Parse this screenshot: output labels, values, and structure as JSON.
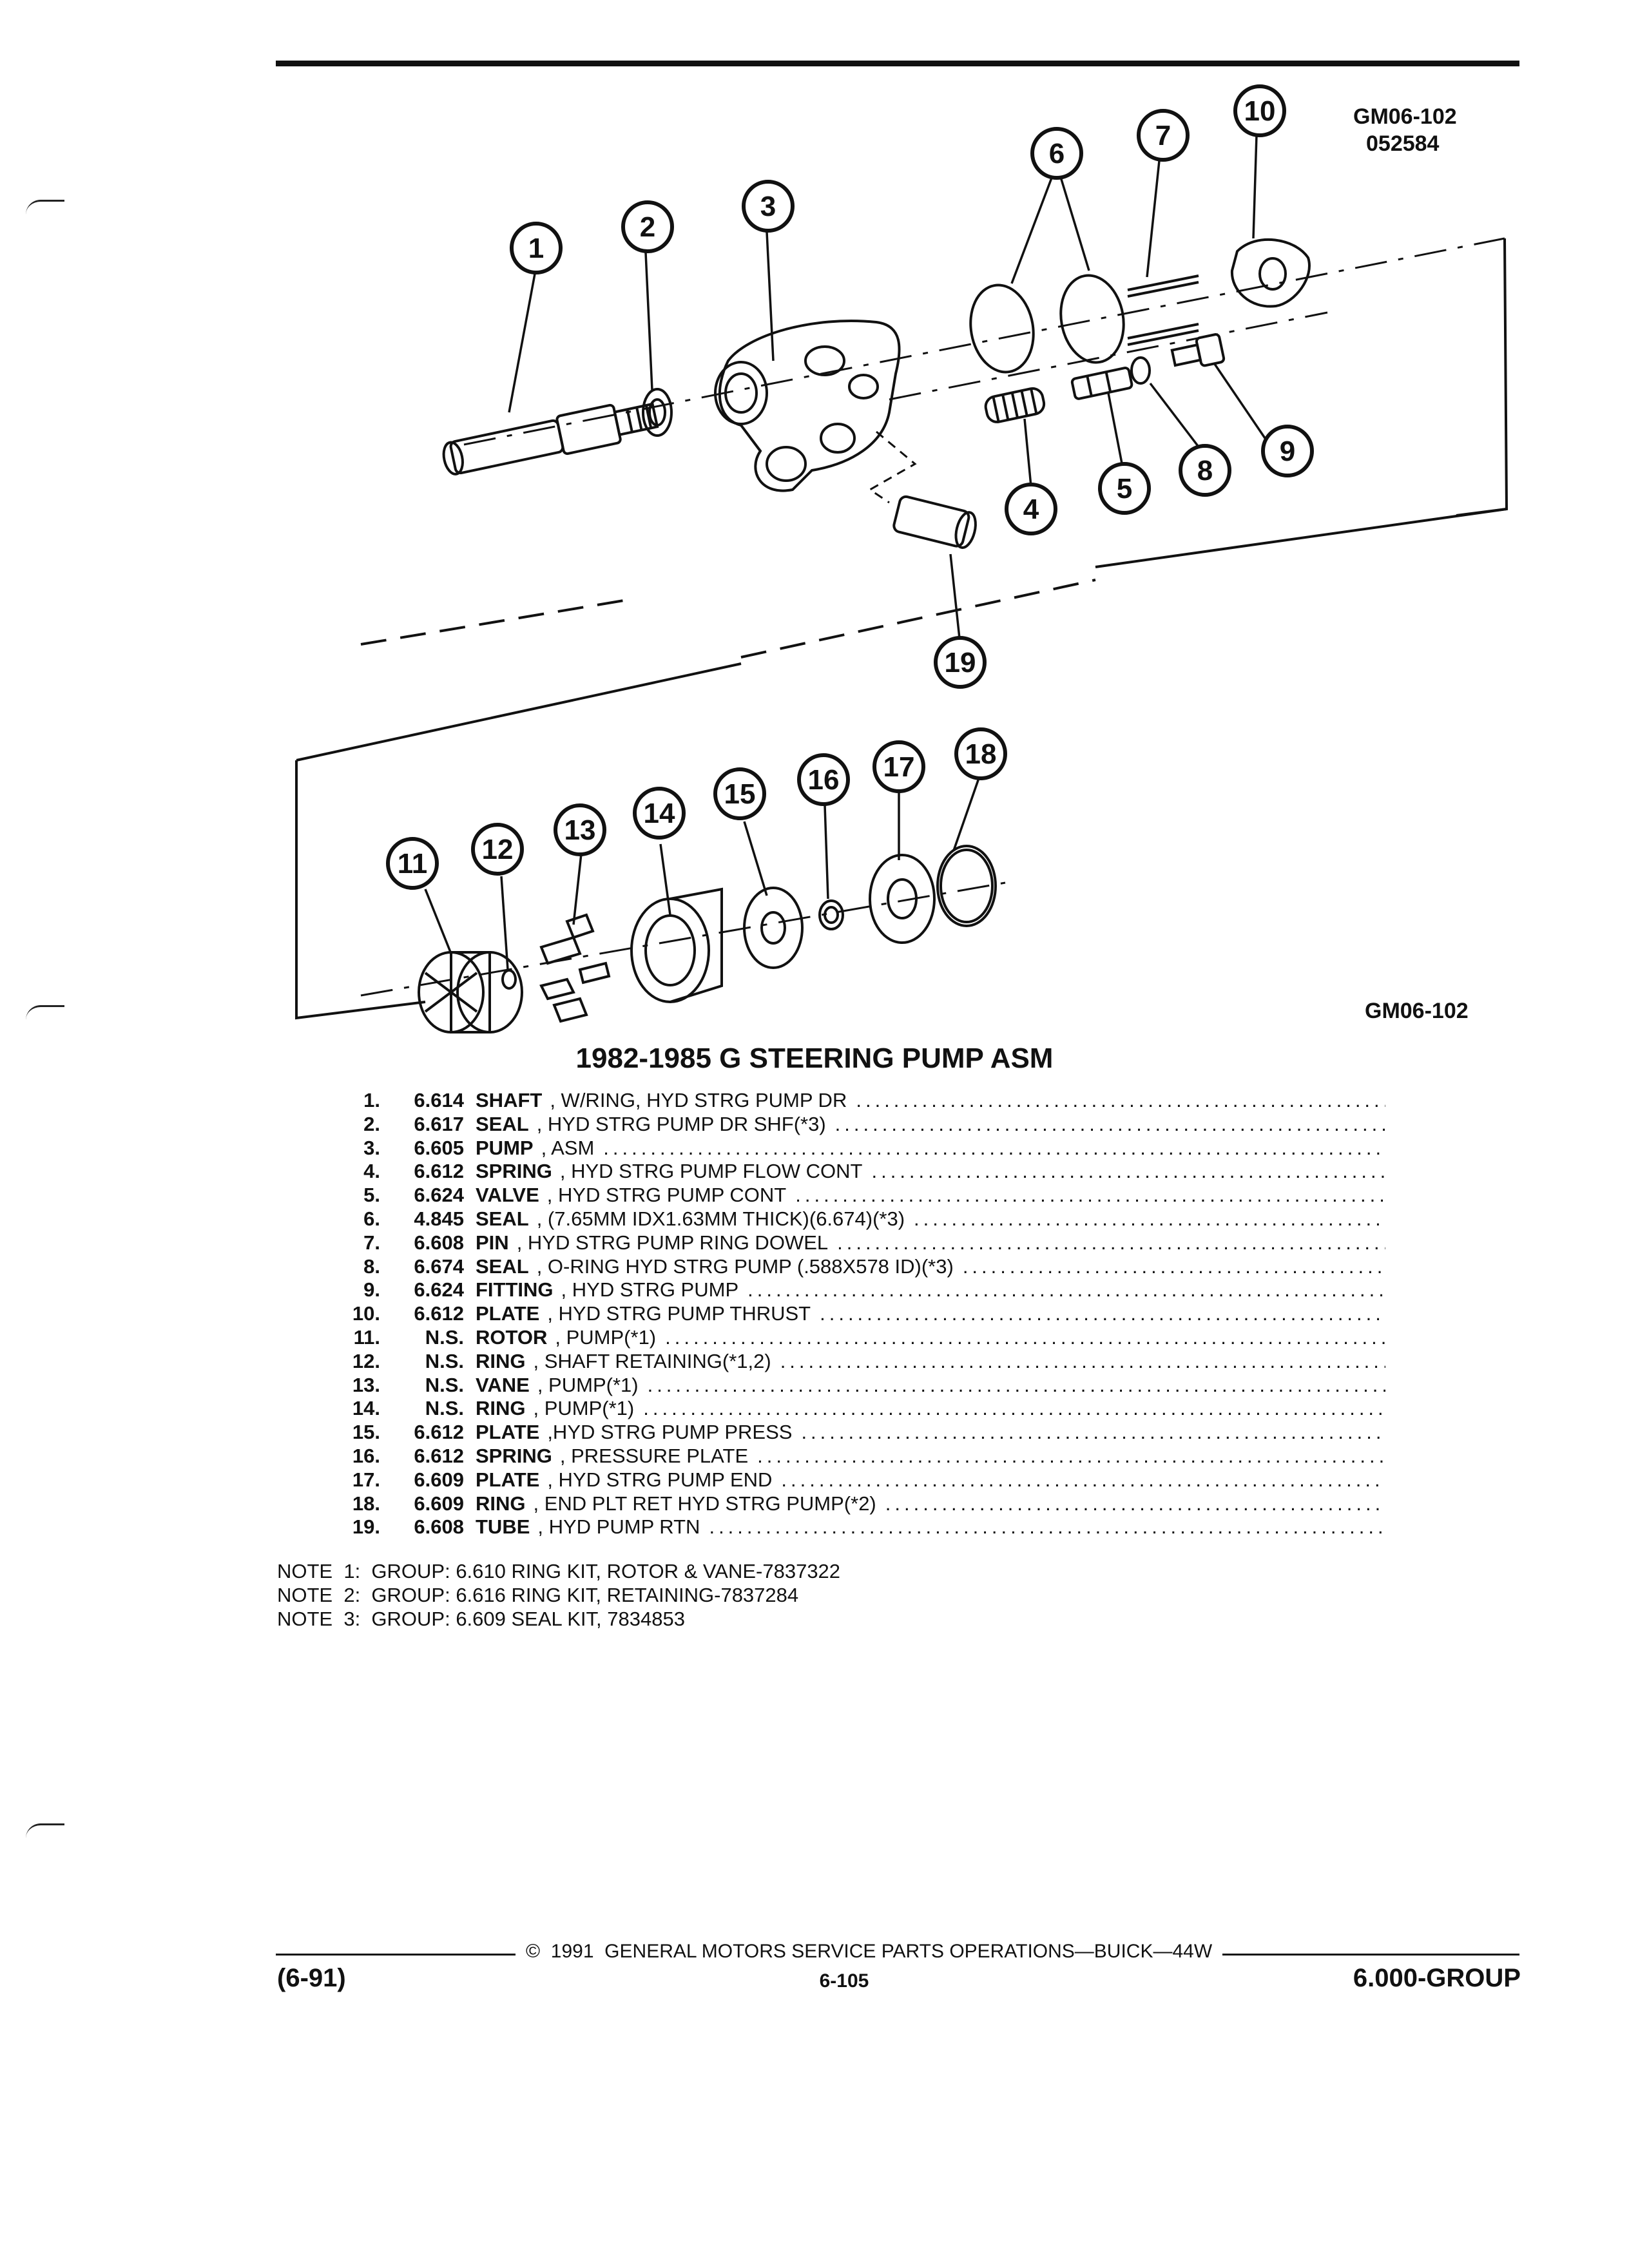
{
  "figure": {
    "ref_top": [
      "GM06-102",
      "052584"
    ],
    "ref_bottom": "GM06-102",
    "callouts": [
      "1",
      "2",
      "3",
      "4",
      "5",
      "6",
      "7",
      "8",
      "9",
      "10",
      "11",
      "12",
      "13",
      "14",
      "15",
      "16",
      "17",
      "18",
      "19"
    ]
  },
  "title": "1982-1985 G STEERING PUMP ASM",
  "parts": [
    {
      "no": "1.",
      "group": "6.614",
      "name": "SHAFT",
      "desc": ", W/RING, HYD STRG PUMP DR"
    },
    {
      "no": "2.",
      "group": "6.617",
      "name": "SEAL",
      "desc": ", HYD STRG PUMP DR SHF(*3)"
    },
    {
      "no": "3.",
      "group": "6.605",
      "name": "PUMP",
      "desc": ", ASM"
    },
    {
      "no": "4.",
      "group": "6.612",
      "name": "SPRING",
      "desc": ", HYD STRG PUMP FLOW CONT"
    },
    {
      "no": "5.",
      "group": "6.624",
      "name": "VALVE",
      "desc": ", HYD STRG PUMP CONT"
    },
    {
      "no": "6.",
      "group": "4.845",
      "name": "SEAL",
      "desc": ", (7.65MM IDX1.63MM THICK)(6.674)(*3)"
    },
    {
      "no": "7.",
      "group": "6.608",
      "name": "PIN",
      "desc": ", HYD STRG PUMP RING DOWEL"
    },
    {
      "no": "8.",
      "group": "6.674",
      "name": "SEAL",
      "desc": ", O-RING HYD STRG PUMP (.588X578 ID)(*3)"
    },
    {
      "no": "9.",
      "group": "6.624",
      "name": "FITTING",
      "desc": ", HYD STRG PUMP"
    },
    {
      "no": "10.",
      "group": "6.612",
      "name": "PLATE",
      "desc": ", HYD STRG PUMP THRUST"
    },
    {
      "no": "11.",
      "group": "N.S.",
      "name": "ROTOR",
      "desc": ", PUMP(*1)"
    },
    {
      "no": "12.",
      "group": "N.S.",
      "name": "RING",
      "desc": ", SHAFT RETAINING(*1,2)"
    },
    {
      "no": "13.",
      "group": "N.S.",
      "name": "VANE",
      "desc": ", PUMP(*1)"
    },
    {
      "no": "14.",
      "group": "N.S.",
      "name": "RING",
      "desc": ", PUMP(*1)"
    },
    {
      "no": "15.",
      "group": "6.612",
      "name": "PLATE",
      "desc": ",HYD STRG PUMP PRESS"
    },
    {
      "no": "16.",
      "group": "6.612",
      "name": "SPRING",
      "desc": ", PRESSURE PLATE"
    },
    {
      "no": "17.",
      "group": "6.609",
      "name": "PLATE",
      "desc": ", HYD STRG PUMP END"
    },
    {
      "no": "18.",
      "group": "6.609",
      "name": "RING",
      "desc": ", END PLT RET HYD STRG PUMP(*2)"
    },
    {
      "no": "19.",
      "group": "6.608",
      "name": "TUBE",
      "desc": ", HYD PUMP RTN"
    }
  ],
  "notes": [
    "NOTE  1:  GROUP: 6.610 RING KIT, ROTOR & VANE-7837322",
    "NOTE  2:  GROUP: 6.616 RING KIT, RETAINING-7837284",
    "NOTE  3:  GROUP: 6.609 SEAL KIT, 7834853"
  ],
  "footer": {
    "copyright": "©  1991  GENERAL MOTORS SERVICE PARTS OPERATIONS—BUICK—44W",
    "left": "(6-91)",
    "center": "6-105",
    "right": "6.000-GROUP"
  }
}
